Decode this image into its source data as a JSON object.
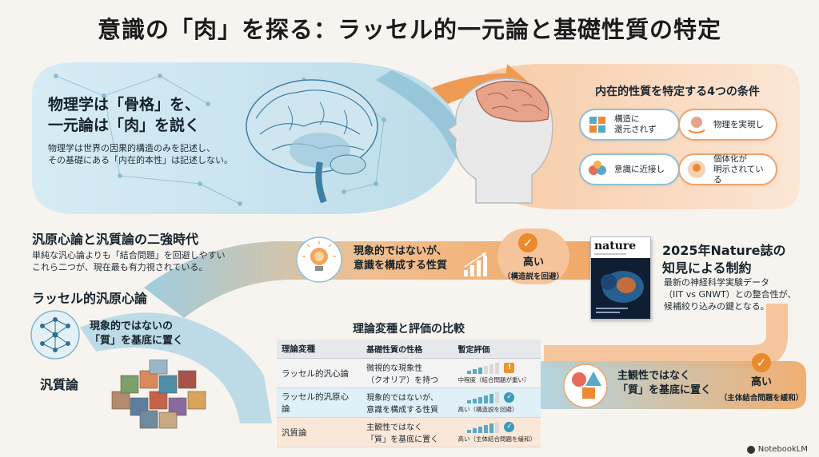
{
  "title": "意識の「肉」を探る：ラッセル的一元論と基礎性質の特定",
  "intro": {
    "headline_1": "物理学は「骨格」を、",
    "headline_2": "一元論は「肉」を説く",
    "body_1": "物理学は世界の因果的構造のみを記述し、",
    "body_2": "その基礎にある「内在的本性」は記述しない。"
  },
  "conditions": {
    "title": "内在的性質を特定する4つの条件",
    "items": [
      {
        "label_1": "構造に",
        "label_2": "還元されず",
        "icon": "puzzle-icon"
      },
      {
        "label_1": "物理を実現し",
        "label_2": "",
        "icon": "brain-hand-icon"
      },
      {
        "label_1": "意識に近接し",
        "label_2": "",
        "icon": "circles-icon"
      },
      {
        "label_1": "個体化が",
        "label_2": "明示されている",
        "icon": "head-icon"
      }
    ]
  },
  "era": {
    "heading": "汎原心論と汎質論の二強時代",
    "body_1": "単純な汎心論よりも「結合問題」を回避しやすい",
    "body_2": "これら二つが、現在最も有力視されている。"
  },
  "panpro": {
    "heading": "ラッセル的汎原心論",
    "desc_1": "現象的ではないの",
    "desc_2": "「質」を基底に置く"
  },
  "panqual": {
    "heading": "汎質論"
  },
  "flow_top": {
    "desc_1": "現象的ではないが、",
    "desc_2": "意識を構成する性質",
    "result_1": "高い",
    "result_2": "（構造説を回避）"
  },
  "flow_bottom": {
    "desc_1": "主観性ではなく",
    "desc_2": "「質」を基底に置く",
    "result_1": "高い",
    "result_2": "（主体結合問題を緩和）"
  },
  "nature": {
    "masthead": "nature",
    "heading_1": "2025年Nature誌の",
    "heading_2": "知見による制約",
    "body_1": "最新の神経科学実験データ",
    "body_2": "（IIT vs GNWT）との整合性が、",
    "body_3": "候補絞り込みの鍵となる。"
  },
  "table": {
    "title": "理論変種と評価の比較",
    "headers": [
      "理論変種",
      "基礎性質の性格",
      "暫定評価"
    ],
    "rows": [
      {
        "variant": "ラッセル的汎心論",
        "nature_1": "微視的な現象性",
        "nature_2": "（クオリア）を持つ",
        "eval": "中程度（結合問題が重い）",
        "level": 0.5,
        "mark": "warning",
        "mark_color": "#e8962f"
      },
      {
        "variant": "ラッセル的汎原心論",
        "nature_1": "現象的ではないが、",
        "nature_2": "意識を構成する性質",
        "eval": "高い（構造説を回避）",
        "level": 0.85,
        "mark": "check",
        "mark_color": "#3a9bbd"
      },
      {
        "variant": "汎質論",
        "nature_1": "主観性ではなく",
        "nature_2": "「質」を基底に置く",
        "eval": "高い（主体結合問題を緩和）",
        "level": 0.85,
        "mark": "check",
        "mark_color": "#3a9bbd"
      }
    ]
  },
  "footer": "NotebookLM",
  "colors": {
    "teal": "#5aa8c7",
    "orange": "#ec8a35",
    "bar_active": "#5aa8c7"
  }
}
